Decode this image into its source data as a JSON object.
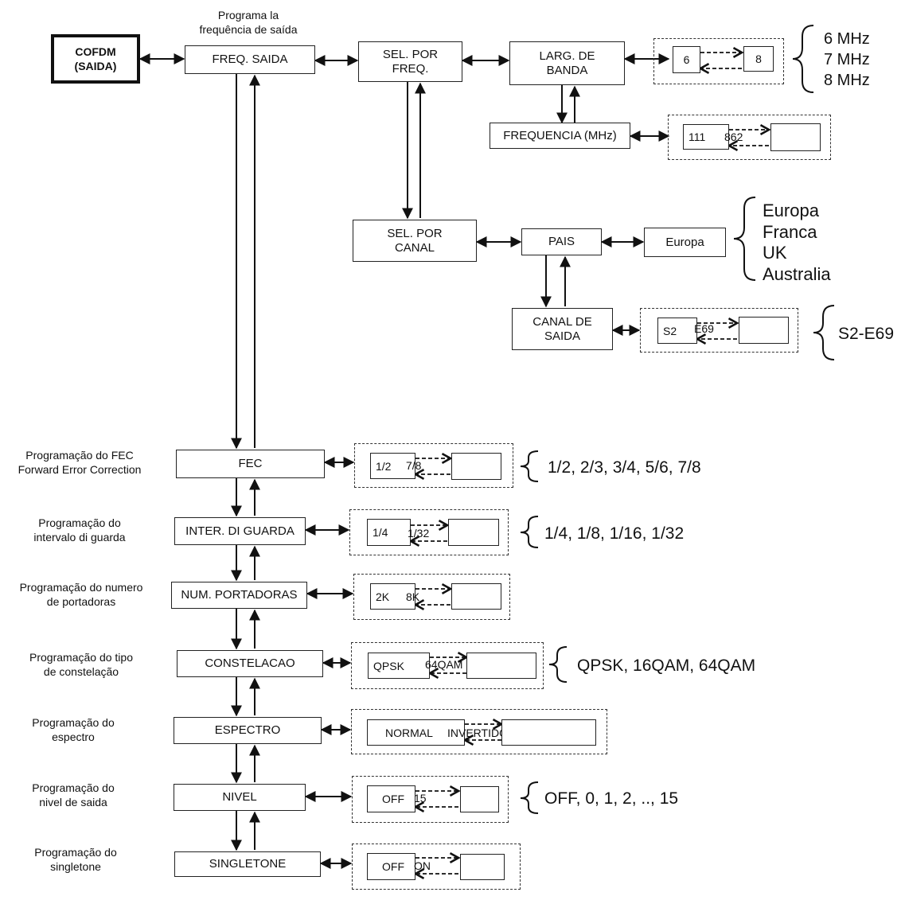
{
  "nodes": {
    "cofdm": "COFDM\n(SAIDA)",
    "freq_saida": "FREQ. SAIDA",
    "sel_freq": "SEL. POR\nFREQ.",
    "larg_banda": "LARG. DE\nBANDA",
    "frequencia": "FREQUENCIA (MHz)",
    "sel_canal": "SEL. POR\nCANAL",
    "pais": "PAIS",
    "europa": "Europa",
    "canal_saida": "CANAL DE\nSAIDA",
    "fec": "FEC",
    "guarda": "INTER. DI GUARDA",
    "portadoras": "NUM. PORTADORAS",
    "constelacao": "CONSTELACAO",
    "espectro": "ESPECTRO",
    "nivel": "NIVEL",
    "singletone": "SINGLETONE"
  },
  "labels": {
    "programa_freq": "Programa la\nfrequência de saída",
    "fec": "Programação do FEC\nForward Error Correction",
    "guarda": "Programação do\nintervalo di guarda",
    "portadoras": "Programação do numero\nde portadoras",
    "constelacao": "Programação do tipo\nde constelação",
    "espectro": "Programação do\nespectro",
    "nivel": "Programação do\nnivel de saida",
    "singletone": "Programação do\nsingletone"
  },
  "values": {
    "banda": {
      "from": "6",
      "to": "8"
    },
    "frequencia": {
      "from": "111",
      "to": "862"
    },
    "canal": {
      "from": "S2",
      "to": "E69"
    },
    "fec": {
      "from": "1/2",
      "to": "7/8"
    },
    "guarda": {
      "from": "1/4",
      "to": "1/32"
    },
    "portadoras": {
      "from": "2K",
      "to": "8K"
    },
    "constelacao": {
      "from": "QPSK",
      "to": "64QAM"
    },
    "espectro": {
      "from": "NORMAL",
      "to": "INVERTIDO"
    },
    "nivel": {
      "from": "OFF",
      "to": "15"
    },
    "singletone": {
      "from": "OFF",
      "to": "ON"
    }
  },
  "options": {
    "banda": "6 MHz\n7 MHz\n8 MHz",
    "pais": "Europa\nFranca\nUK\nAustralia",
    "canal": "S2-E69",
    "fec": "1/2, 2/3, 3/4, 5/6, 7/8",
    "guarda": "1/4, 1/8, 1/16, 1/32",
    "constelacao": "QPSK, 16QAM, 64QAM",
    "nivel": "OFF, 0, 1, 2, .., 15"
  }
}
